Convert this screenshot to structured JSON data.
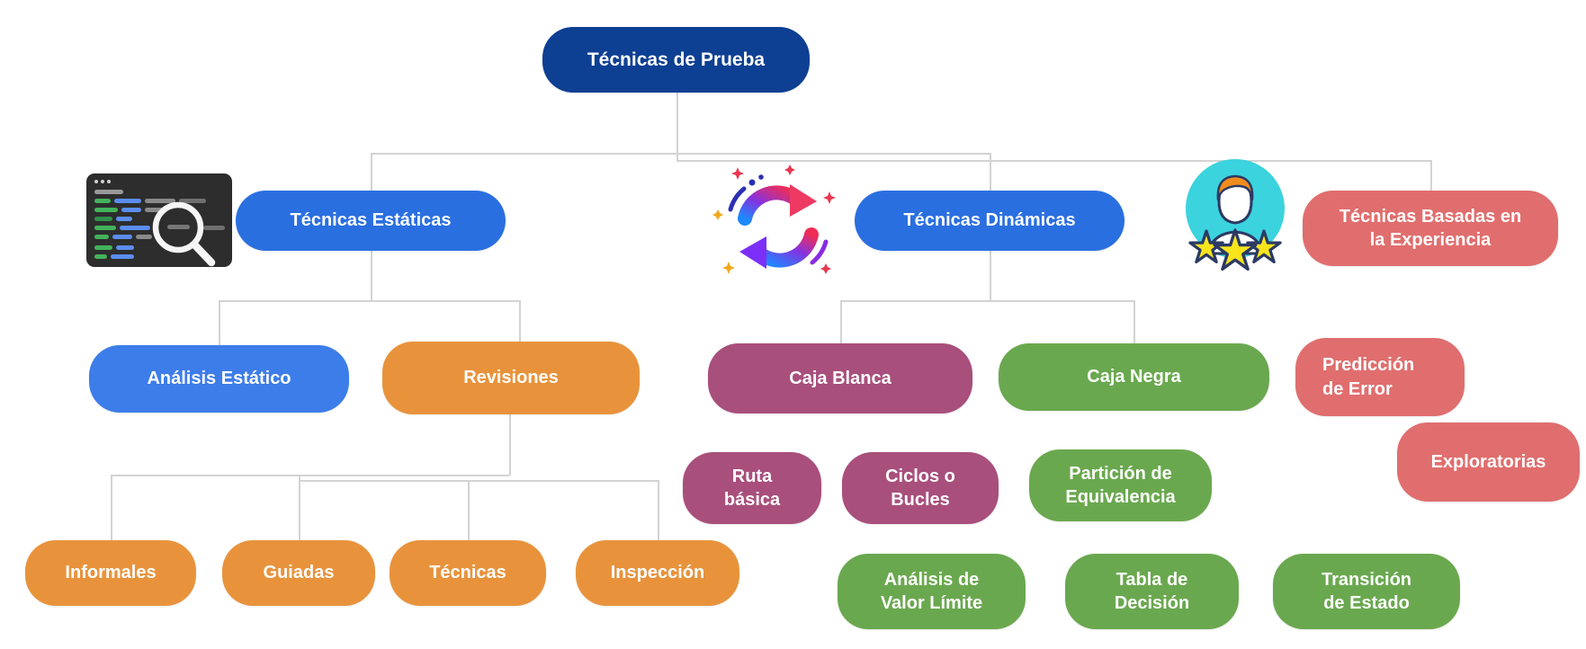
{
  "colors": {
    "root_blue": "#0d3f92",
    "branch_blue": "#2a6fe0",
    "light_blue": "#3d7de9",
    "orange": "#e8933c",
    "purple": "#a84f7c",
    "green": "#6aa84f",
    "salmon": "#e06e6e",
    "connector": "#d3d3d3"
  },
  "icons": {
    "static_branch": "code-editor-search-icon",
    "dynamic_branch": "sync-arrows-sparkles-icon",
    "experience_branch": "avatar-three-stars-icon"
  },
  "nodes": {
    "root": {
      "label": "Técnicas de Prueba"
    },
    "estaticas": {
      "label": "Técnicas Estáticas"
    },
    "dinamicas": {
      "label": "Técnicas Dinámicas"
    },
    "basadas": {
      "label": "Técnicas Basadas en\nla Experiencia"
    },
    "analisis_estatico": {
      "label": "Análisis Estático"
    },
    "revisiones": {
      "label": "Revisiones"
    },
    "caja_blanca": {
      "label": "Caja Blanca"
    },
    "caja_negra": {
      "label": "Caja Negra"
    },
    "prediccion": {
      "label": "Predicción\nde Error"
    },
    "exploratorias": {
      "label": "Exploratorias"
    },
    "ruta_basica": {
      "label": "Ruta\nbásica"
    },
    "ciclos_bucles": {
      "label": "Ciclos o\nBucles"
    },
    "particion": {
      "label": "Partición de\nEquivalencia"
    },
    "informales": {
      "label": "Informales"
    },
    "guiadas": {
      "label": "Guiadas"
    },
    "tecnicas": {
      "label": "Técnicas"
    },
    "inspeccion": {
      "label": "Inspección"
    },
    "valor_limite": {
      "label": "Análisis de\nValor Límite"
    },
    "tabla_decision": {
      "label": "Tabla de\nDecisión"
    },
    "transicion": {
      "label": "Transición\nde Estado"
    }
  }
}
